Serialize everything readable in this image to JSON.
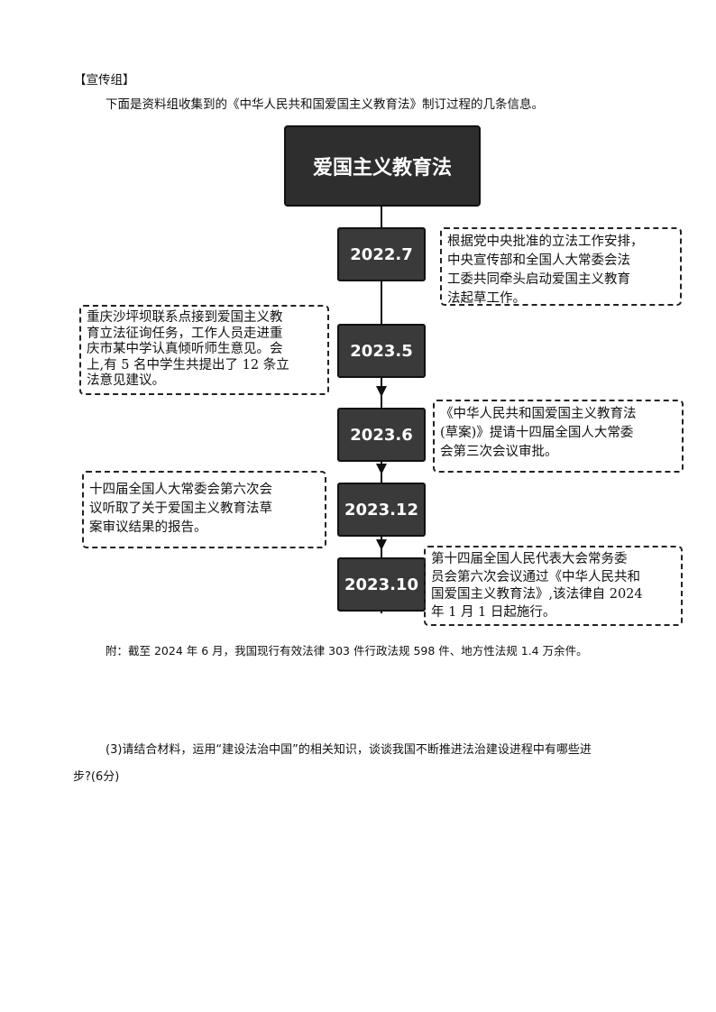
{
  "heading": "【宣传组】",
  "intro": "下面是资料组收集到的《中华人民共和国爱国主义教育法》制订过程的几条信息。",
  "diagram": {
    "title": "爱国主义教育法",
    "dates": [
      "2022.7",
      "2023.5",
      "2023.6",
      "2023.12",
      "2023.10"
    ],
    "notes": [
      [
        "根据党中央批准的立法工作安排，",
        "中央宣传部和全国人大常委会法",
        "工委共同牵头启动爱国主义教育",
        "法起草工作。"
      ],
      [
        "重庆沙坪坝联系点接到爱国主义教",
        "育立法征询任务，工作人员走进重",
        "庆市某中学认真倾听师生意见。会",
        "上,有 5 名中学生共提出了 12 条立",
        "法意见建议。"
      ],
      [
        "《中华人民共和国爱国主义教育法",
        "(草案)》提请十四届全国人大常委",
        "会第三次会议审批。"
      ],
      [
        "十四届全国人大常委会第六次会",
        "议听取了关于爱国主义教育法草",
        "案审议结果的报告。"
      ],
      [
        "第十四届全国人民代表大会常务委",
        "员会第六次会议通过《中华人民共和",
        "国爱国主义教育法》,该法律自 2024",
        "年 1 月 1 日起施行。"
      ]
    ]
  },
  "footnote": "附：截至 2024 年 6 月，我国现行有效法律 303 件行政法规 598 件、地方性法规 1.4 万余件。",
  "question": {
    "line1": "(3)请结合材料，运用“建设法治中国”的相关知识，谈谈我国不断推进法治建设进程中有哪些进",
    "line2": "步?(6分)"
  }
}
